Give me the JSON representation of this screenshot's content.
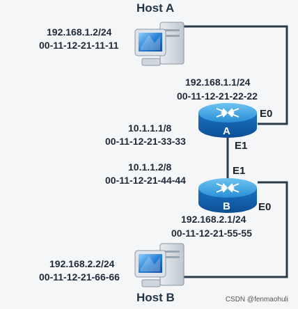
{
  "hostA": {
    "name": "Host A",
    "ip": "192.168.1.2/24",
    "mac": "00-11-12-21-11-11"
  },
  "routerA": {
    "name": "A",
    "e0": {
      "port": "E0",
      "ip": "192.168.1.1/24",
      "mac": "00-11-12-21-22-22"
    },
    "e1": {
      "port": "E1",
      "ip": "10.1.1.1/8",
      "mac": "00-11-12-21-33-33"
    }
  },
  "routerB": {
    "name": "B",
    "e1": {
      "port": "E1",
      "ip": "10.1.1.2/8",
      "mac": "00-11-12-21-44-44"
    },
    "e0": {
      "port": "E0",
      "ip": "192.168.2.1/24",
      "mac": "00-11-12-21-55-55"
    }
  },
  "hostB": {
    "name": "Host B",
    "ip": "192.168.2.2/24",
    "mac": "00-11-12-21-66-66"
  },
  "watermark": "CSDN @fenmaohuli",
  "colors": {
    "router_top": "#3aa3e0",
    "router_body": "#1466b4",
    "link": "#2b3a4a",
    "monitor_screen": "#2d7fd0"
  }
}
